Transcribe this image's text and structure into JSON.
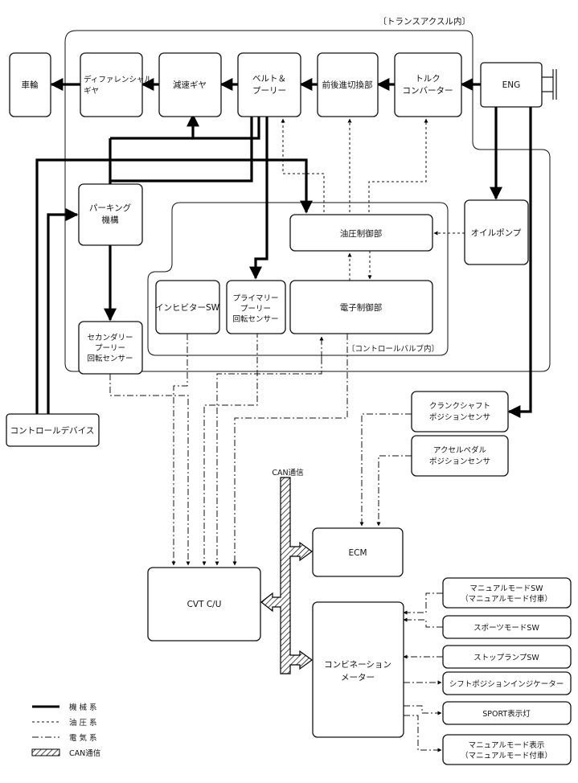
{
  "group_labels": {
    "transaxle": "〔トランスアクスル内〕",
    "control_valve": "〔コントロールバルブ内〕"
  },
  "nodes": {
    "wheel": [
      "車輪"
    ],
    "differential": [
      "ディファレンシャル",
      "ギヤ"
    ],
    "reduction_gear": [
      "減速ギヤ"
    ],
    "belt_pulley": [
      "ベルト＆",
      "プーリー"
    ],
    "fwd_rev_switch": [
      "前後進切換部"
    ],
    "torque_converter": [
      "トルク",
      "コンバーター"
    ],
    "engine": [
      "ENG"
    ],
    "parking": [
      "パーキング",
      "機構"
    ],
    "oil_pump": [
      "オイルポンプ"
    ],
    "hydraulic_control": [
      "油圧制御部"
    ],
    "inhibitor_sw": [
      "インヒビターSW"
    ],
    "primary_sensor": [
      "プライマリー",
      "プーリー",
      "回転センサー"
    ],
    "electronic_control": [
      "電子制御部"
    ],
    "secondary_sensor": [
      "セカンダリー",
      "プーリー",
      "回転センサー"
    ],
    "control_device": [
      "コントロールデバイス"
    ],
    "crank_sensor": [
      "クランクシャフト",
      "ポジションセンサ"
    ],
    "accel_sensor": [
      "アクセルペダル",
      "ポジションセンサ"
    ],
    "ecm": [
      "ECM"
    ],
    "cvt_cu": [
      "CVT C/U"
    ],
    "combination_meter": [
      "コンビネーション",
      "メーター"
    ],
    "manual_mode_sw": [
      "マニュアルモードSW",
      "（マニュアルモード付車）"
    ],
    "sport_mode_sw": [
      "スポーツモードSW"
    ],
    "stop_lamp_sw": [
      "ストップランプSW"
    ],
    "shift_indicator": [
      "シフトポジションインジケーター"
    ],
    "sport_lamp": [
      "SPORT表示灯"
    ],
    "manual_mode_display": [
      "マニュアルモード表示",
      "（マニュアルモード付車）"
    ]
  },
  "can_label": "CAN通信",
  "legend": [
    {
      "label": "機 械 系",
      "style": "mechanical"
    },
    {
      "label": "油 圧 系",
      "style": "hydraulic"
    },
    {
      "label": "電 気 系",
      "style": "electrical"
    },
    {
      "label": "CAN通信",
      "style": "can"
    }
  ]
}
